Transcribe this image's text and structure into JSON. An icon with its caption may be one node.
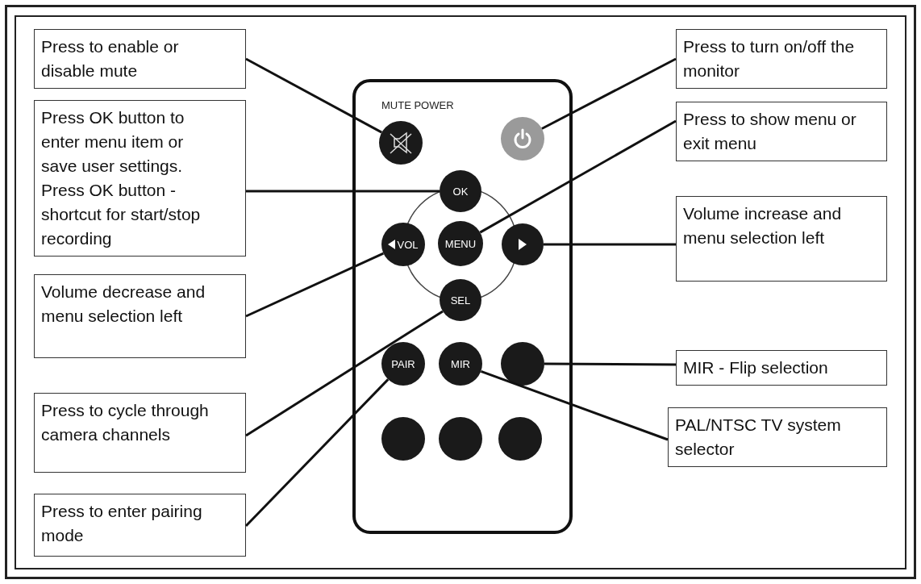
{
  "diagram": {
    "nodes": [
      {
        "text": [
          "Press to enable or disable mute"
        ]
      },
      {
        "text": [
          "Press OK button to enter menu item or save user settings. Press OK button - shortcut for start/stop recording"
        ]
      },
      {
        "text": [
          "Volume decrease and menu selection left"
        ]
      },
      {
        "text": [
          "Press to cycle through camera channels"
        ]
      },
      {
        "text": [
          "Press to enter pairing mode"
        ]
      },
      {
        "text": [
          "Press to turn on/off the monitor"
        ]
      },
      {
        "text": [
          "Press to show menu or exit menu"
        ]
      },
      {
        "text": [
          "Volume increase and menu selection left"
        ]
      },
      {
        "text": [
          "MIR - Flip selection"
        ]
      },
      {
        "text": [
          "PAL/NTSC TV system selector"
        ]
      },
      {
        "text": [
          "MUTE POWER"
        ]
      },
      {
        "text": [],
        "shape": "circle",
        "in": 10
      },
      {
        "text": [],
        "shape": "circle",
        "in": 10
      },
      {
        "text": [
          "OK"
        ],
        "in": 10
      },
      {
        "text": [
          "VOL"
        ],
        "in": 10
      },
      {
        "text": [
          "MENU"
        ],
        "in": 10
      },
      {
        "text": [],
        "shape": "circle",
        "in": 10
      },
      {
        "text": [
          "SEL"
        ],
        "in": 10
      },
      {
        "text": [
          "PAIR"
        ],
        "in": 10
      },
      {
        "text": [
          "MIR"
        ],
        "in": 10
      },
      {
        "text": [],
        "shape": "circle",
        "in": 10
      },
      {
        "text": [],
        "shape": "circle",
        "in": 10
      },
      {
        "text": [],
        "shape": "circle",
        "in": 10
      },
      {
        "text": [],
        "shape": "circle",
        "in": 10
      }
    ],
    "edges": [
      {
        "from": 0,
        "to": 11,
        "arrow": "none"
      },
      {
        "from": 1,
        "to": 13,
        "arrow": "none"
      },
      {
        "from": 2,
        "to": 14,
        "arrow": "none"
      },
      {
        "from": 3,
        "to": 17,
        "arrow": "none"
      },
      {
        "from": 4,
        "to": 18,
        "arrow": "none"
      },
      {
        "from": 5,
        "to": 12,
        "arrow": "none"
      },
      {
        "from": 6,
        "to": 15,
        "arrow": "none"
      },
      {
        "from": 7,
        "to": 16,
        "arrow": "none"
      },
      {
        "from": 8,
        "to": 20,
        "arrow": "none"
      },
      {
        "from": 9,
        "to": 19,
        "arrow": "none"
      }
    ]
  }
}
